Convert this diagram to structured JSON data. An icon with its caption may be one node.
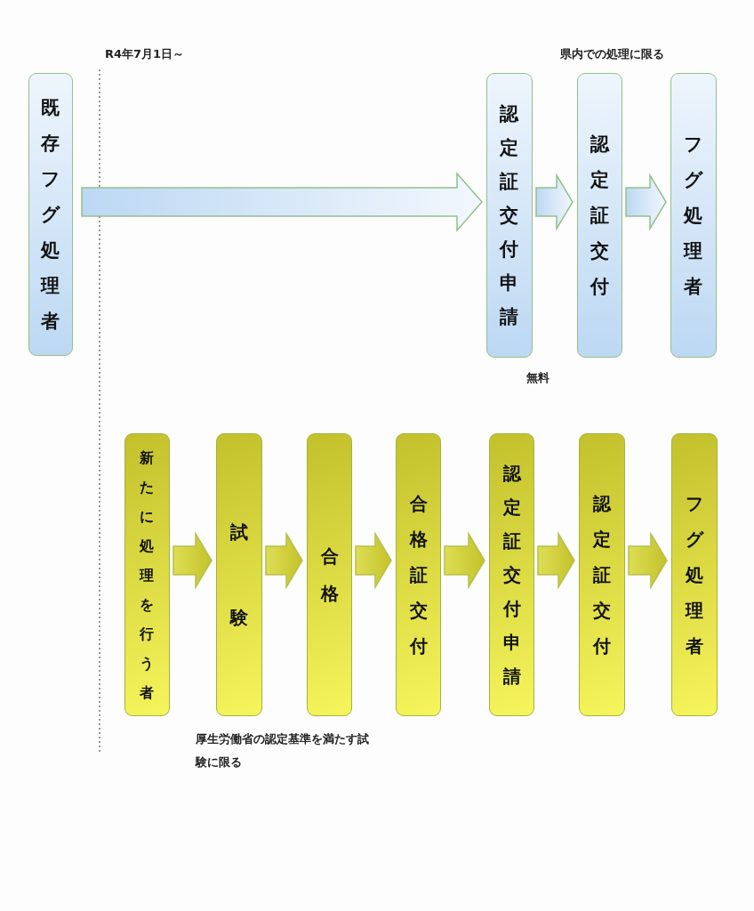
{
  "diagram": {
    "nodes": [
      {
        "text": [
          "既存フグ処理者"
        ]
      },
      {
        "text": [
          "認定証交付申請"
        ],
        "beside": [
          "無料"
        ]
      },
      {
        "text": [
          "認定証交付"
        ]
      },
      {
        "text": [
          "フグ処理者"
        ]
      },
      {
        "text": [
          "新たに処理を行う者"
        ]
      },
      {
        "text": [
          "試験"
        ],
        "beside": [
          "厚生労働省の認定基準を満たす試験に限る"
        ]
      },
      {
        "text": [
          "合格"
        ]
      },
      {
        "text": [
          "合格証交付"
        ]
      },
      {
        "text": [
          "認定証交付申請"
        ]
      },
      {
        "text": [
          "認定証交付"
        ]
      },
      {
        "text": [
          "フグ処理者"
        ]
      }
    ],
    "edges": [
      {
        "from": 0,
        "to": 1,
        "arrow": "to"
      },
      {
        "from": 1,
        "to": 2,
        "arrow": "to"
      },
      {
        "from": 2,
        "to": 3,
        "arrow": "to"
      },
      {
        "from": 4,
        "to": 5,
        "arrow": "to"
      },
      {
        "from": 5,
        "to": 6,
        "arrow": "to"
      },
      {
        "from": 6,
        "to": 7,
        "arrow": "to"
      },
      {
        "from": 7,
        "to": 8,
        "arrow": "to"
      },
      {
        "from": 8,
        "to": 9,
        "arrow": "to"
      },
      {
        "from": 9,
        "to": 10,
        "arrow": "to"
      }
    ],
    "labels": [
      "R4年7月1日～",
      "県内での処理に限る"
    ]
  }
}
